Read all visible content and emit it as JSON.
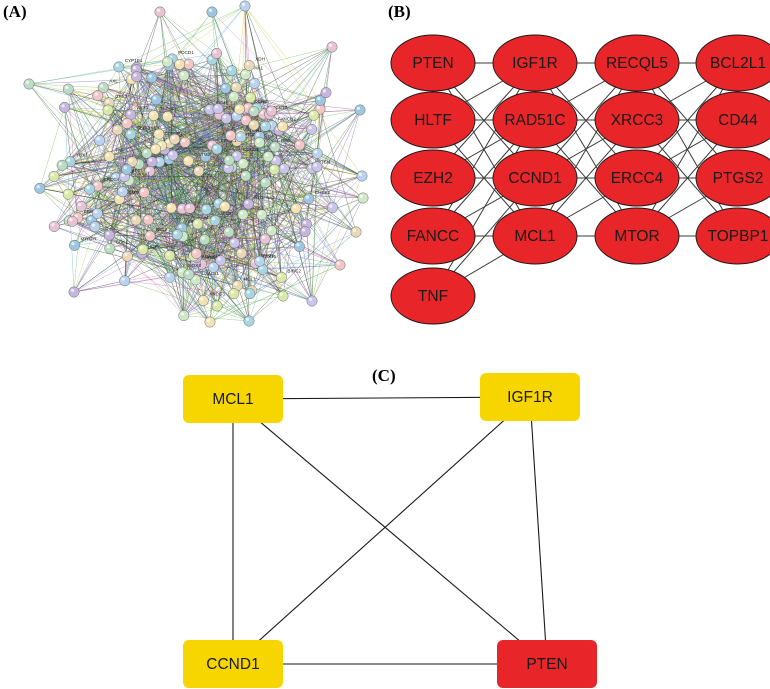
{
  "panels": {
    "a": {
      "label": "(A)",
      "node_labels": [
        "PDK2",
        "PAK1",
        "ZFP36",
        "BCL2",
        "EIF4E",
        "BIRC2",
        "YBX1",
        "TNFSF10",
        "FASLG",
        "AXL",
        "HDGF",
        "EIF1",
        "TP53",
        "ANXA1",
        "XDH",
        "ERBB2",
        "CASP8",
        "USP9X",
        "PDCD1",
        "KDM4C",
        "AKT3",
        "CDK1",
        "FHIT",
        "PPARG",
        "NOS2",
        "LGALS1",
        "MTOR",
        "CCR2",
        "PTEN",
        "IGF1R",
        "FANCC",
        "TNF",
        "HGF",
        "BSG",
        "SOX15",
        "S100A4",
        "ESR1",
        "RAD51",
        "MCL1",
        "ERCC4",
        "CCND1",
        "NOTCH1",
        "SERPINE1",
        "XRCC3",
        "ADAM17",
        "ABCC2",
        "ERCC1",
        "MTHFR",
        "ALDH1A1",
        "NOX4",
        "GPX3",
        "ABCC10",
        "MT4",
        "ABCC1",
        "CYP1B1",
        "GSTM2",
        "ALDH1A2",
        "BRCA1",
        "ATM",
        "CHEK2",
        "FANCD2",
        "TOPBP1"
      ],
      "colors": [
        "#b9d3ee",
        "#cfe8c6",
        "#e9d8b6",
        "#f2c6c6",
        "#c9c4ea",
        "#d9eaa8",
        "#a9d4e2",
        "#f4e3b2",
        "#c6b6de",
        "#bcdcc4",
        "#e8c3d4",
        "#9fc6e0"
      ]
    },
    "b": {
      "label": "(B)",
      "nodes": [
        "PTEN",
        "IGF1R",
        "RECQL5",
        "BCL2L1",
        "HLTF",
        "RAD51C",
        "XRCC3",
        "CD44",
        "EZH2",
        "CCND1",
        "ERCC4",
        "PTGS2",
        "FANCC",
        "MCL1",
        "MTOR",
        "TOPBP1",
        "TNF"
      ],
      "node_color": "#e8262a"
    },
    "c": {
      "label": "(C)",
      "nodes": [
        {
          "id": "MCL1",
          "color": "#f7d600"
        },
        {
          "id": "IGF1R",
          "color": "#f7d600"
        },
        {
          "id": "CCND1",
          "color": "#f7d600"
        },
        {
          "id": "PTEN",
          "color": "#e8262a"
        }
      ],
      "edges": [
        [
          "MCL1",
          "IGF1R"
        ],
        [
          "MCL1",
          "CCND1"
        ],
        [
          "MCL1",
          "PTEN"
        ],
        [
          "IGF1R",
          "CCND1"
        ],
        [
          "IGF1R",
          "PTEN"
        ],
        [
          "CCND1",
          "PTEN"
        ]
      ]
    }
  }
}
